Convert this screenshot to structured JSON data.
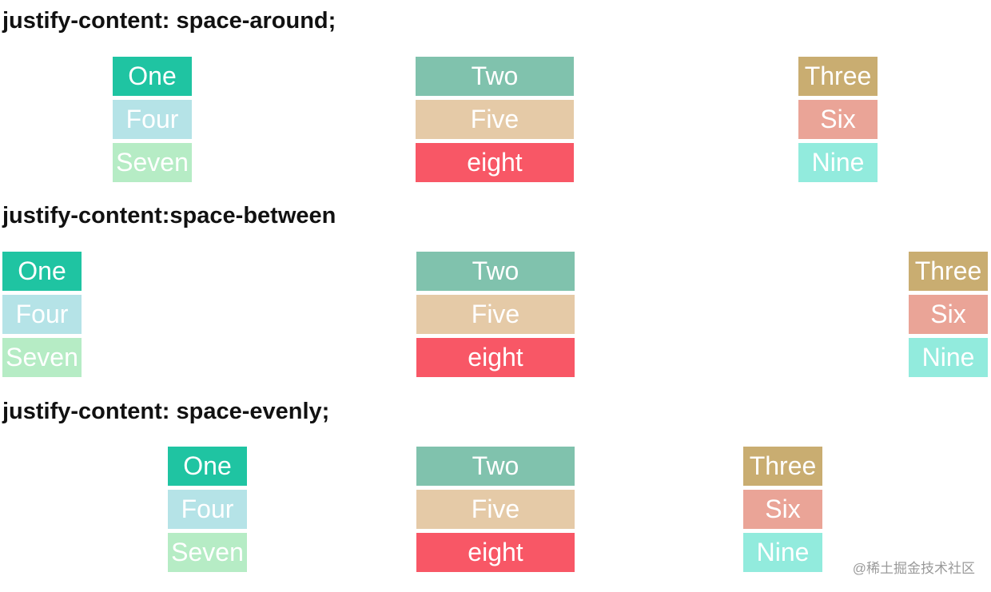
{
  "sections": [
    {
      "heading": "justify-content: space-around;",
      "columns": [
        {
          "items": [
            "One",
            "Four",
            "Seven"
          ]
        },
        {
          "items": [
            "Two",
            "Five",
            "eight"
          ]
        },
        {
          "items": [
            "Three",
            "Six",
            "Nine"
          ]
        }
      ]
    },
    {
      "heading": "justify-content:space-between",
      "columns": [
        {
          "items": [
            "One",
            "Four",
            "Seven"
          ]
        },
        {
          "items": [
            "Two",
            "Five",
            "eight"
          ]
        },
        {
          "items": [
            "Three",
            "Six",
            "Nine"
          ]
        }
      ]
    },
    {
      "heading": "justify-content: space-evenly;",
      "columns": [
        {
          "items": [
            "One",
            "Four",
            "Seven"
          ]
        },
        {
          "items": [
            "Two",
            "Five",
            "eight"
          ]
        },
        {
          "items": [
            "Three",
            "Six",
            "Nine"
          ]
        }
      ]
    }
  ],
  "colors": {
    "One": "#1fc4a2",
    "Four": "#b5e3e7",
    "Seven": "#b6ecc5",
    "Two": "#80c2ad",
    "Five": "#e5caa7",
    "eight": "#f85766",
    "Three": "#c9ad71",
    "Six": "#eaa497",
    "Nine": "#92ebdd"
  },
  "watermark": "@稀土掘金技术社区"
}
